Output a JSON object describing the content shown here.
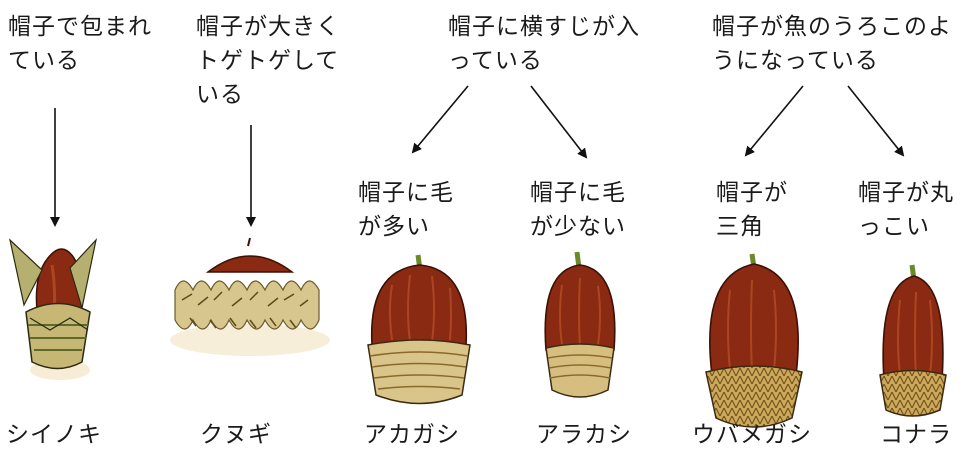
{
  "categories": {
    "wrapped": "帽子で包まれている",
    "spiky": "帽子が大きくトゲトゲしている",
    "horizontal_stripes": "帽子に横すじが入っている",
    "scales": "帽子が魚のうろこのようになっている"
  },
  "subcategories": {
    "many_hairs": "帽子に毛が多い",
    "few_hairs": "帽子に毛が少ない",
    "triangular": "帽子が三角",
    "round": "帽子が丸っこい"
  },
  "species": [
    "シイノキ",
    "クヌギ",
    "アカガシ",
    "アラカシ",
    "ウバメガシ",
    "コナラ"
  ],
  "colors": {
    "nut": "#8a2a12",
    "nut_dark": "#5e1a0a",
    "cap_light": "#d9c48a",
    "cap_green": "#9aa84e",
    "cap_brown": "#a0782f",
    "stem": "#7a9a3a"
  }
}
